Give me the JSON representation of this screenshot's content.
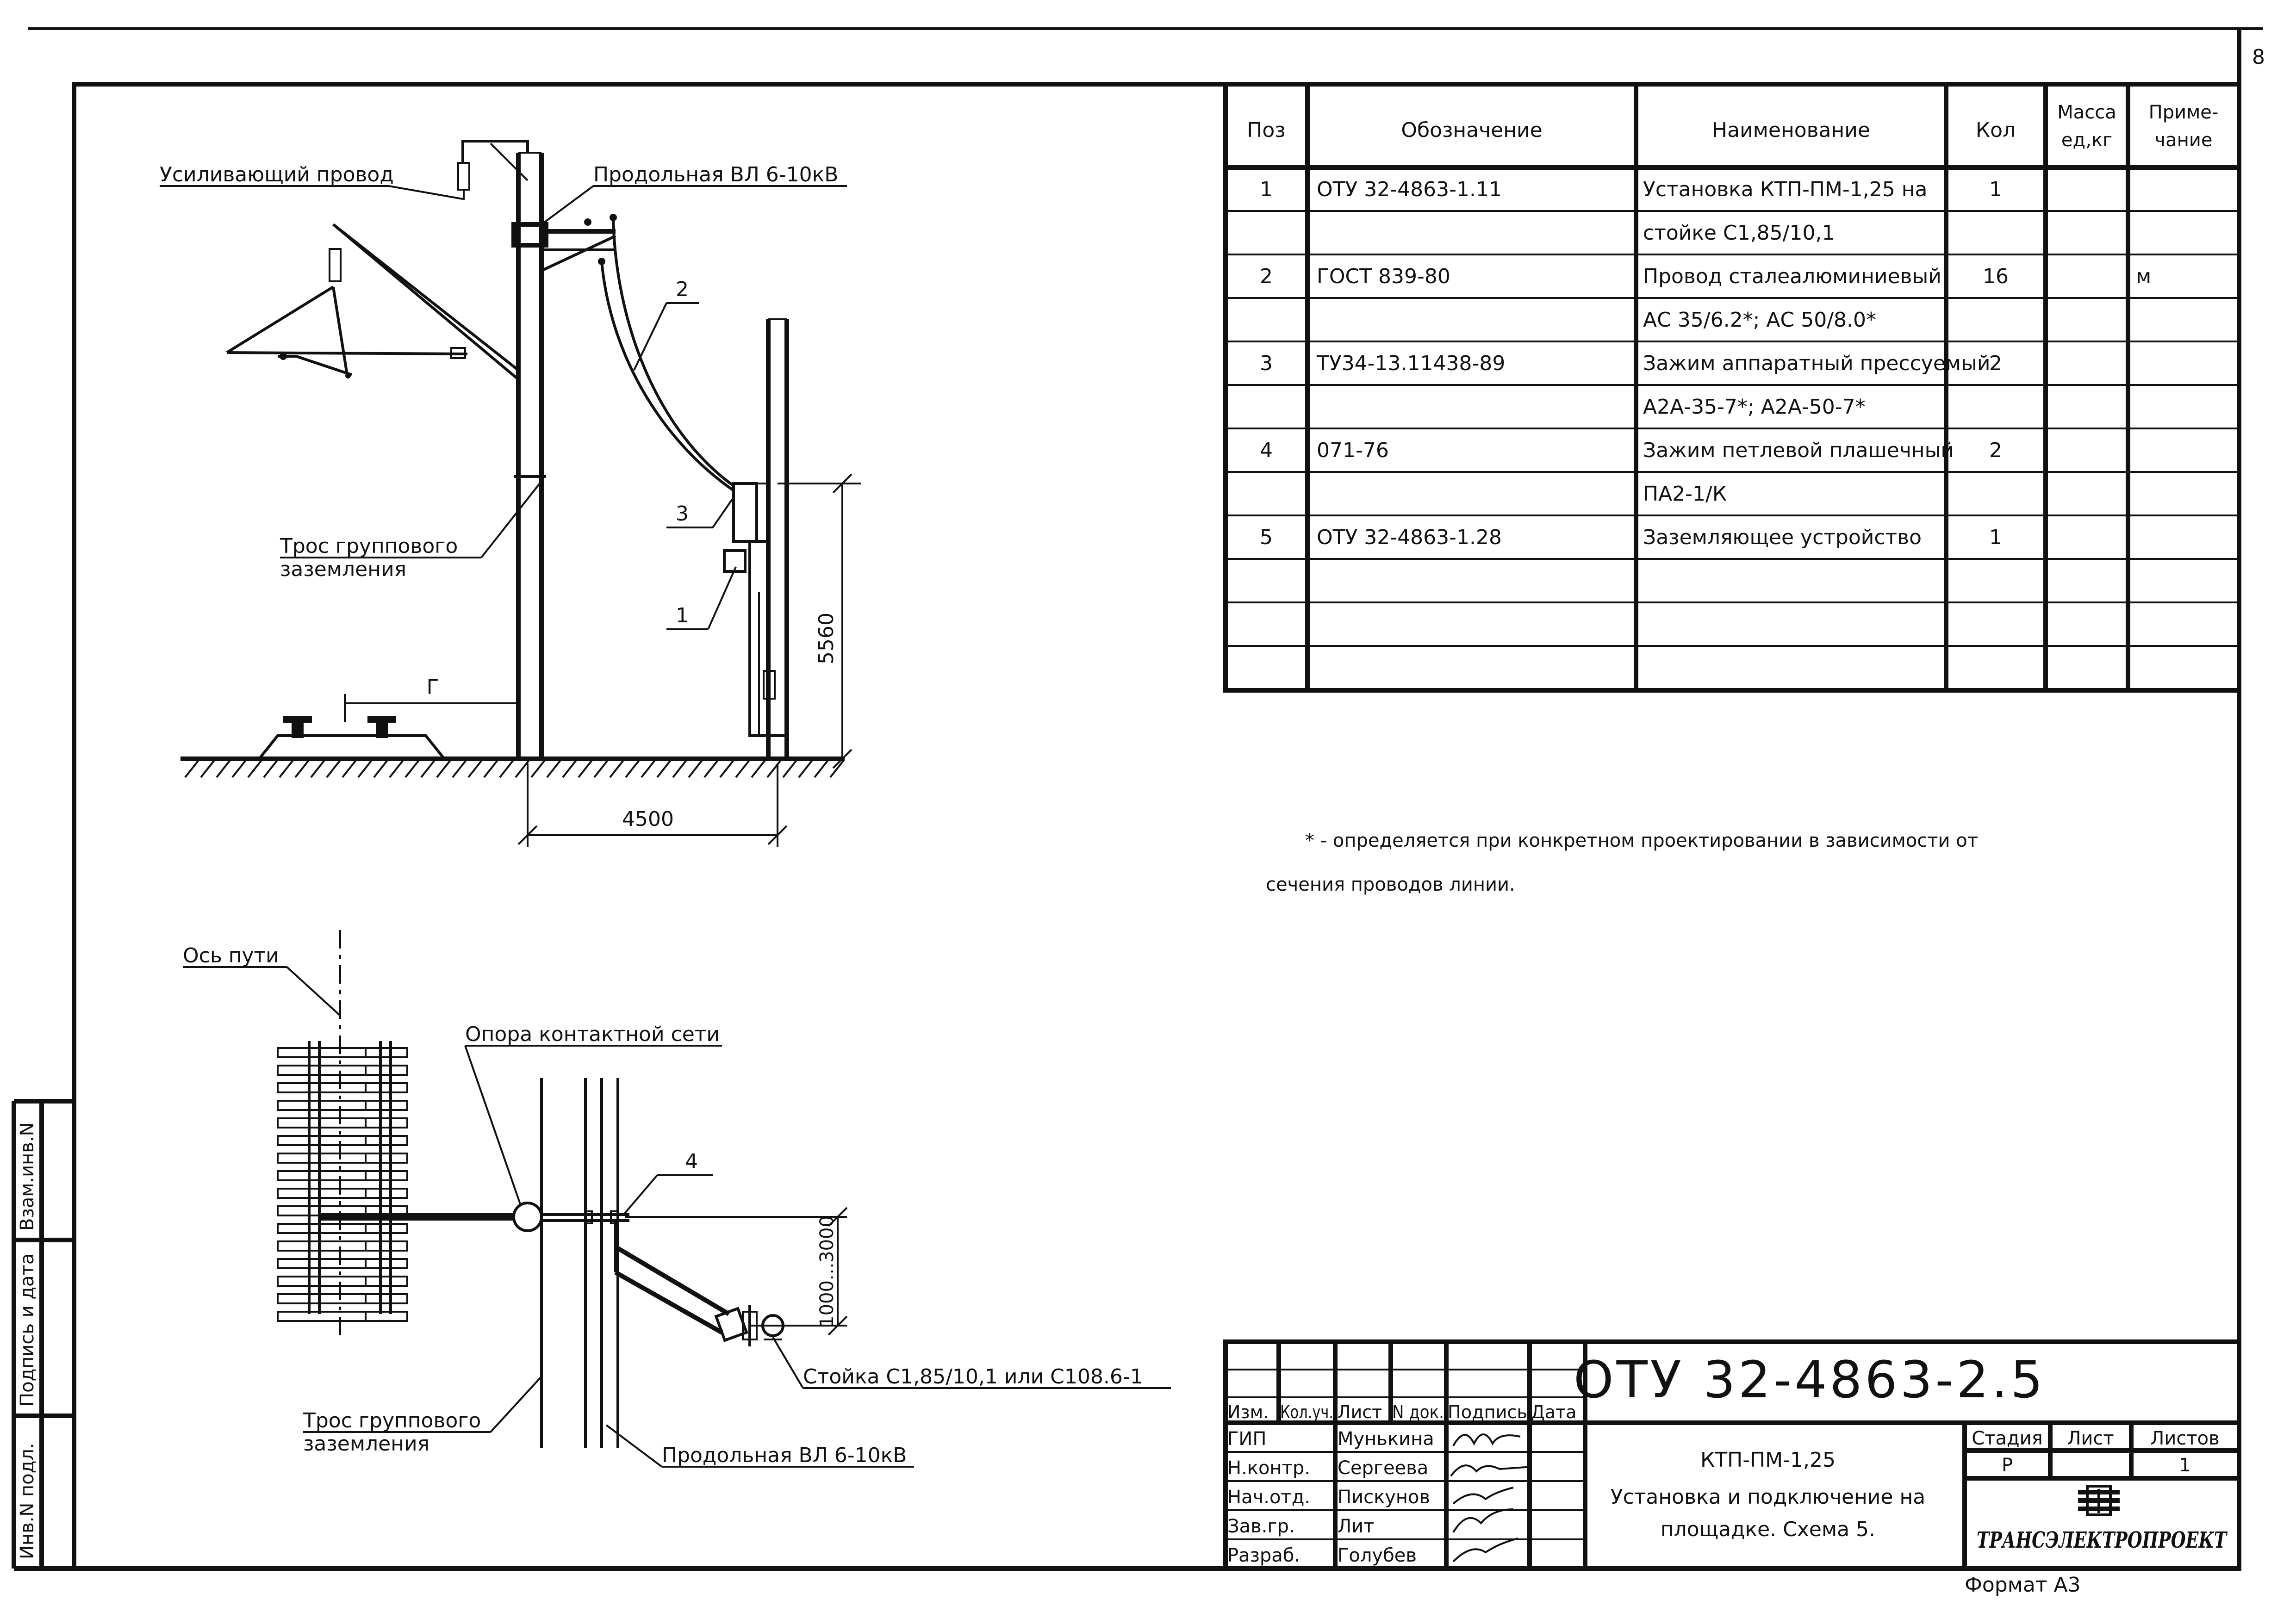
{
  "page_number": "8",
  "left_side_stamp": {
    "inv_orig": "Инв.N подл.",
    "sign_date": "Подпись и дата",
    "inv_replace": "Взам.инв.N"
  },
  "spec_table": {
    "headers": {
      "pos": "Поз",
      "designation": "Обозначение",
      "name": "Наименование",
      "qty": "Кол",
      "mass_line1": "Масса",
      "mass_line2": "ед,кг",
      "note_line1": "Приме-",
      "note_line2": "чание"
    },
    "rows": [
      {
        "pos": "1",
        "designation": "ОТУ 32-4863-1.11",
        "name": "Установка КТП-ПМ-1,25 на",
        "qty": "1",
        "note": ""
      },
      {
        "pos": "",
        "designation": "",
        "name": "стойке С1,85/10,1",
        "qty": "",
        "note": ""
      },
      {
        "pos": "2",
        "designation": "ГОСТ 839-80",
        "name": "Провод сталеалюминиевый",
        "qty": "16",
        "note": "м"
      },
      {
        "pos": "",
        "designation": "",
        "name": "АС 35/6.2*; АС 50/8.0*",
        "qty": "",
        "note": ""
      },
      {
        "pos": "3",
        "designation": "ТУ34-13.11438-89",
        "name": "Зажим аппаратный прессуемый",
        "qty": "2",
        "note": ""
      },
      {
        "pos": "",
        "designation": "",
        "name": "А2А-35-7*; А2А-50-7*",
        "qty": "",
        "note": ""
      },
      {
        "pos": "4",
        "designation": "071-76",
        "name": "Зажим петлевой плашечный",
        "qty": "2",
        "note": ""
      },
      {
        "pos": "",
        "designation": "",
        "name": "ПА2-1/К",
        "qty": "",
        "note": ""
      },
      {
        "pos": "5",
        "designation": "ОТУ 32-4863-1.28",
        "name": "Заземляющее устройство",
        "qty": "1",
        "note": ""
      },
      {
        "pos": "",
        "designation": "",
        "name": "",
        "qty": "",
        "note": ""
      },
      {
        "pos": "",
        "designation": "",
        "name": "",
        "qty": "",
        "note": ""
      },
      {
        "pos": "",
        "designation": "",
        "name": "",
        "qty": "",
        "note": ""
      }
    ]
  },
  "footnote": {
    "line1": "* - определяется при конкретном проектировании в зависимости от",
    "line2": "сечения проводов линии."
  },
  "elevation_view": {
    "labels": {
      "reinforcing_wire": "Усиливающий провод",
      "longitudinal_line": "Продольная ВЛ 6-10кВ",
      "group_ground_cable_1": "Трос группового",
      "group_ground_cable_2": "заземления",
      "gauge": "Г"
    },
    "positions": {
      "p1": "1",
      "p2": "2",
      "p3": "3"
    },
    "dimensions": {
      "height": "5560",
      "distance": "4500"
    }
  },
  "plan_view": {
    "labels": {
      "track_axis": "Ось пути",
      "catenary_support": "Опора контактной сети",
      "stand": "Стойка С1,85/10,1 или С108.6-1",
      "group_ground_cable_1": "Трос группового",
      "group_ground_cable_2": "заземления",
      "longitudinal_line": "Продольная ВЛ 6-10кВ"
    },
    "positions": {
      "p4": "4"
    },
    "dimensions": {
      "offset": "1000...3000"
    }
  },
  "title_block": {
    "document_code": "ОТУ 32-4863-2.5",
    "headers": {
      "izm": "Изм.",
      "kol_uch": "Кол.уч.",
      "list": "Лист",
      "n_dok": "N док.",
      "podpis": "Подпись",
      "data": "Дата"
    },
    "roles": [
      {
        "role": "ГИП",
        "name": "Мунькина"
      },
      {
        "role": "Н.контр.",
        "name": "Сергеева"
      },
      {
        "role": "Нач.отд.",
        "name": "Пискунов"
      },
      {
        "role": "Зав.гр.",
        "name": "Лит"
      },
      {
        "role": "Разраб.",
        "name": "Голубев"
      }
    ],
    "description_line1": "КТП-ПМ-1,25",
    "description_line2": "Установка и подключение на",
    "description_line3": "площадке. Схема 5.",
    "stage_header": "Стадия",
    "sheet_header": "Лист",
    "sheets_header": "Листов",
    "stage_value": "Р",
    "sheet_value": "",
    "sheets_value": "1",
    "organization": "ТРАНСЭЛЕКТРОПРОЕКТ",
    "format": "Формат А3"
  }
}
